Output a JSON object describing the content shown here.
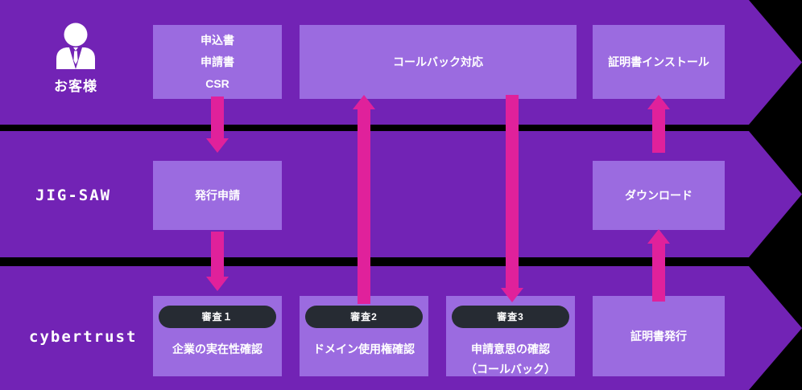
{
  "diagram": {
    "title": "SSL certificate issuance flow",
    "colors": {
      "band": "#7223b5",
      "box": "#9b6be0",
      "connector": "#e0219b",
      "badge": "#262b33",
      "background": "#000000",
      "text": "#ffffff"
    }
  },
  "lanes": [
    {
      "id": "customer",
      "label": "お客様",
      "icon": "businessperson-icon"
    },
    {
      "id": "jigsaw",
      "label": "JIG-SAW",
      "icon": null
    },
    {
      "id": "cybertrust",
      "label": "cybertrust",
      "icon": null
    }
  ],
  "boxes": {
    "application": {
      "lane": "customer",
      "text": "申込書\n申請書\nCSR"
    },
    "callback_response": {
      "lane": "customer",
      "text": "コールバック対応"
    },
    "certificate_install": {
      "lane": "customer",
      "text": "証明書インストール"
    },
    "issue_request": {
      "lane": "jigsaw",
      "text": "発行申請"
    },
    "download": {
      "lane": "jigsaw",
      "text": "ダウンロード"
    },
    "review1": {
      "lane": "cybertrust",
      "badge": "審査１",
      "text": "企業の実在性確認"
    },
    "review2": {
      "lane": "cybertrust",
      "badge": "審査2",
      "text": "ドメイン使用権確認"
    },
    "review3": {
      "lane": "cybertrust",
      "badge": "審査3",
      "text": "申請意思の確認\n（コールバック）"
    },
    "certificate_issue": {
      "lane": "cybertrust",
      "text": "証明書発行"
    }
  },
  "connectors": [
    {
      "id": "application-to-issue-request",
      "direction": "down",
      "from": "application",
      "to": "issue_request"
    },
    {
      "id": "issue-request-to-review1",
      "direction": "down",
      "from": "issue_request",
      "to": "review1"
    },
    {
      "id": "review2-to-callback-response",
      "direction": "up",
      "from": "review2",
      "to": "callback_response"
    },
    {
      "id": "callback-response-to-review3",
      "direction": "down",
      "from": "callback_response",
      "to": "review3"
    },
    {
      "id": "certificate-issue-to-download",
      "direction": "up",
      "from": "certificate_issue",
      "to": "download"
    },
    {
      "id": "download-to-certificate-install",
      "direction": "up",
      "from": "download",
      "to": "certificate_install"
    }
  ]
}
